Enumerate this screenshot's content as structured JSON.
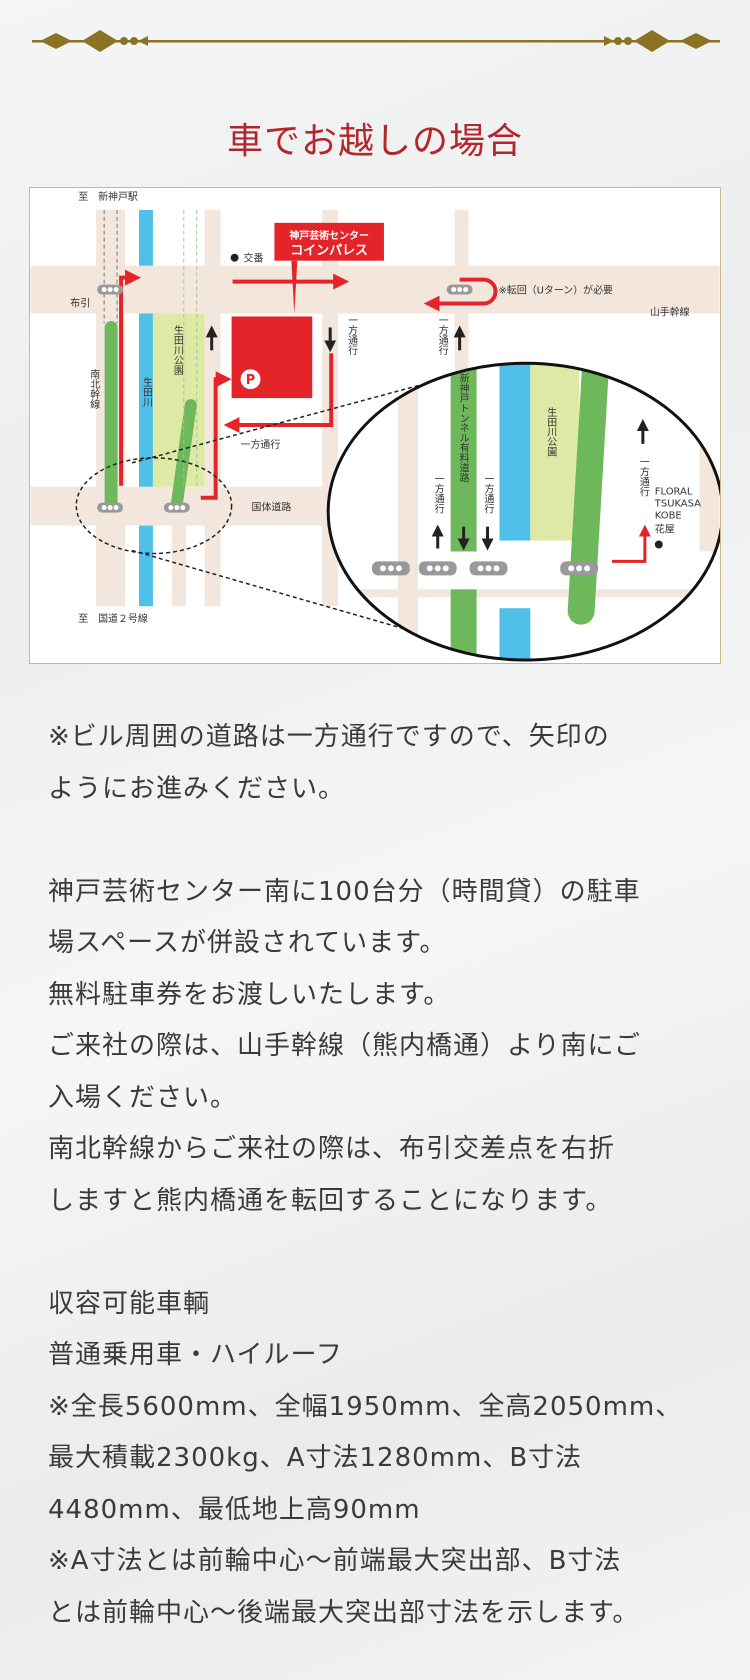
{
  "section": {
    "title": "車でお越しの場合",
    "divider_color": "#8a7423",
    "title_color": "#b3262c"
  },
  "map": {
    "label_to_station": "至　新神戸駅",
    "label_to_route2": "至　国道２号線",
    "label_koban": "交番",
    "label_nunobiki": "布引",
    "label_yamate": "山手幹線",
    "label_nanboku": "南北幹線",
    "label_ikuta_river": "生田川",
    "label_ikuta_park": "生田川公園",
    "label_oneway": "一方通行",
    "label_kokutai": "国体道路",
    "label_uturn": "※転回（Uターン）が必要",
    "building_label_line1": "神戸芸術センター",
    "building_label_line2": "コインパレス",
    "parking_icon": "P",
    "inset": {
      "label_tunnel": "新神戸トンネル有料道路",
      "label_ikuta_park": "生田川公園",
      "label_oneway": "一方通行",
      "shop_line1": "FLORAL",
      "shop_line2": "TSUKASA",
      "shop_line3": "KOBE",
      "shop_line4": "花屋"
    },
    "colors": {
      "road": "#f3e6dc",
      "river": "#4fc0e8",
      "park": "#dde9a4",
      "green_road": "#6cb85a",
      "route": "#e3252a"
    }
  },
  "notes": {
    "note1": [
      "※ビル周囲の道路は一方通行ですので、矢印の",
      "ようにお進みください。"
    ],
    "parking": [
      "神戸芸術センター南に100台分（時間貸）の駐車",
      "場スペースが併設されています。",
      "無料駐車券をお渡しいたします。",
      "ご来社の際は、山手幹線（熊内橋通）より南にご",
      "入場ください。",
      "南北幹線からご来社の際は、布引交差点を右折",
      "しますと熊内橋通を転回することになります。"
    ],
    "capacity": [
      "収容可能車輌",
      "普通乗用車・ハイルーフ",
      "※全長5600mm、全幅1950mm、全高2050mm、",
      "最大積載2300kg、A寸法1280mm、B寸法",
      "4480mm、最低地上高90mm",
      "※A寸法とは前輪中心～前端最大突出部、B寸法",
      "とは前輪中心～後端最大突出部寸法を示します。"
    ]
  }
}
